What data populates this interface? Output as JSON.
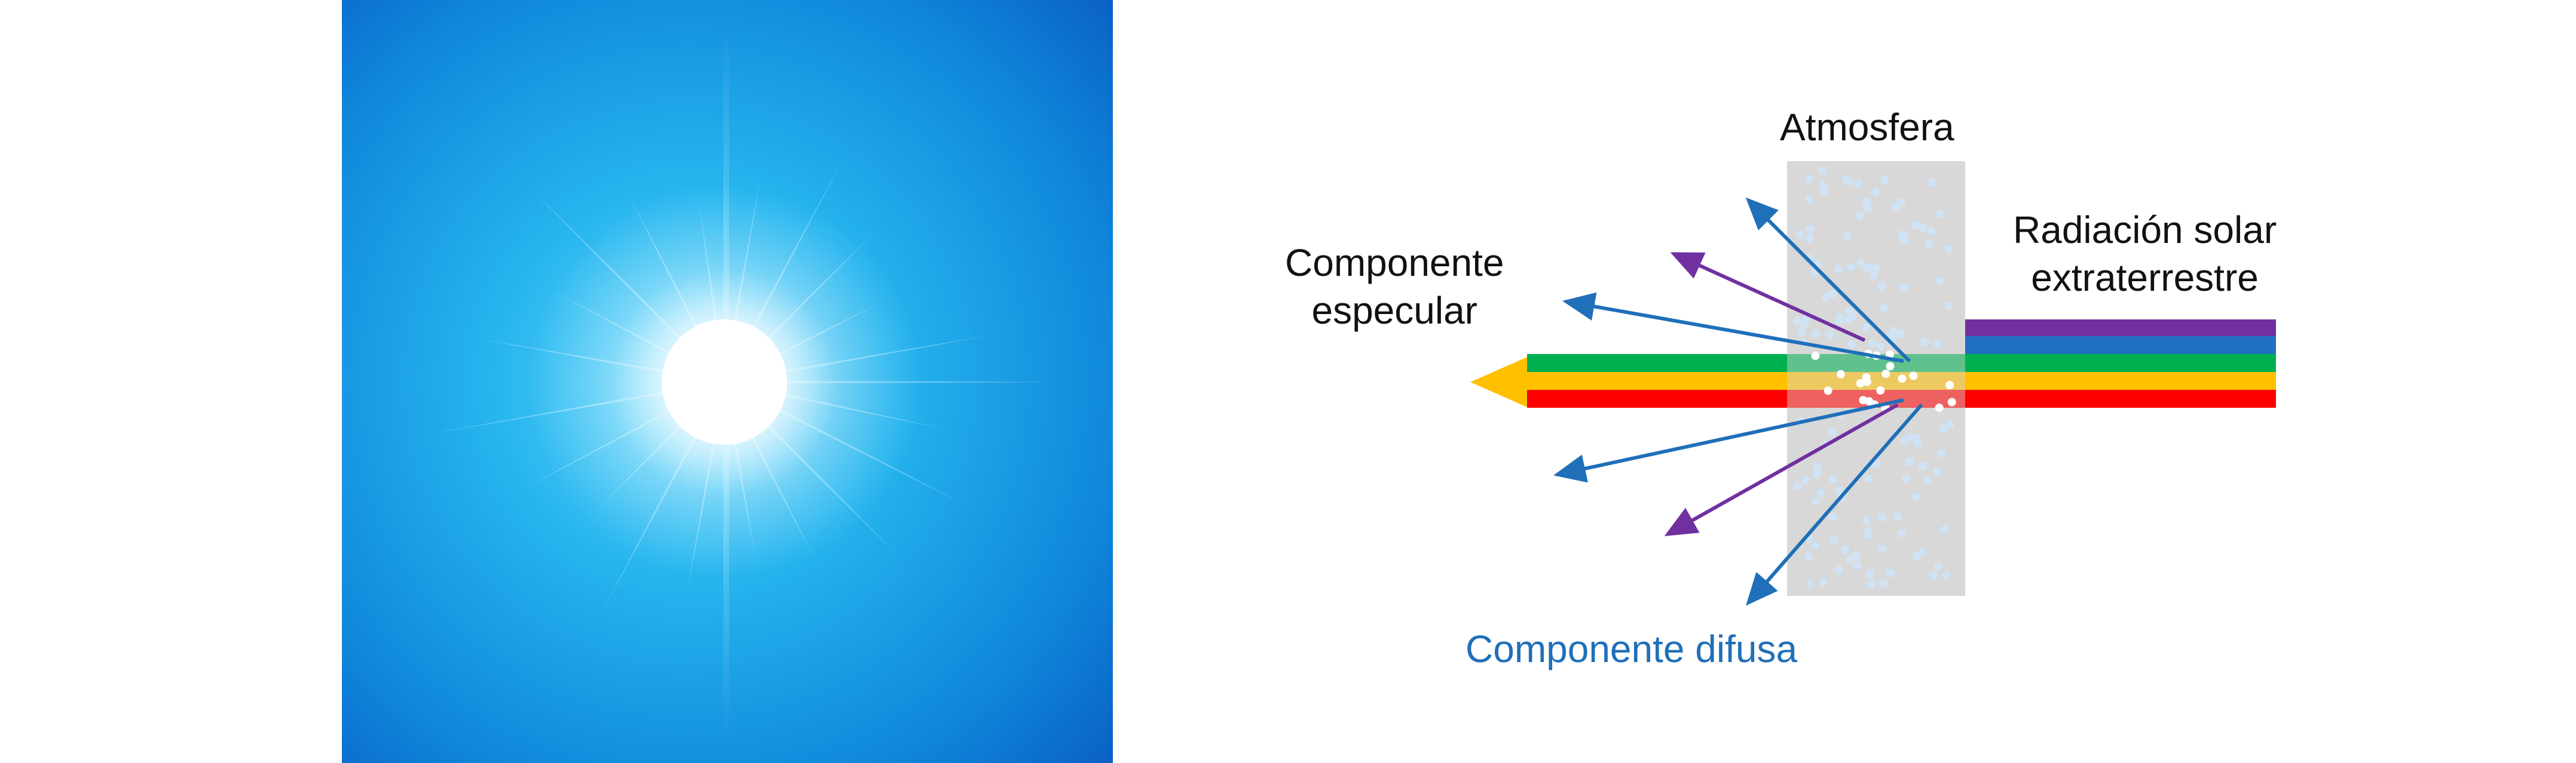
{
  "labels": {
    "atmosphere": "Atmosfera",
    "solar_radiation": [
      "Radiación solar",
      "extraterrestre"
    ],
    "specular_component": [
      "Componente",
      "especular"
    ],
    "diffuse_component": "Componente difusa"
  },
  "colors": {
    "sky_center": "#3cc6f4",
    "sky_edge": "#0a66c8",
    "atmosphere_fill": "#d3d3d3",
    "particles": "#cfe3f5",
    "band_violet": "#7030a0",
    "band_blue": "#1f70c1",
    "band_green": "#00b050",
    "band_yellow": "#ffc000",
    "band_red": "#ff0000",
    "arrow_blue": "#1f6fb9",
    "arrow_violet": "#7030a0",
    "diffuse_text": "#1f6fb9"
  },
  "icons": {
    "sun": "sun-burst-icon",
    "specular_arrowhead": "arrowhead-left-icon"
  }
}
